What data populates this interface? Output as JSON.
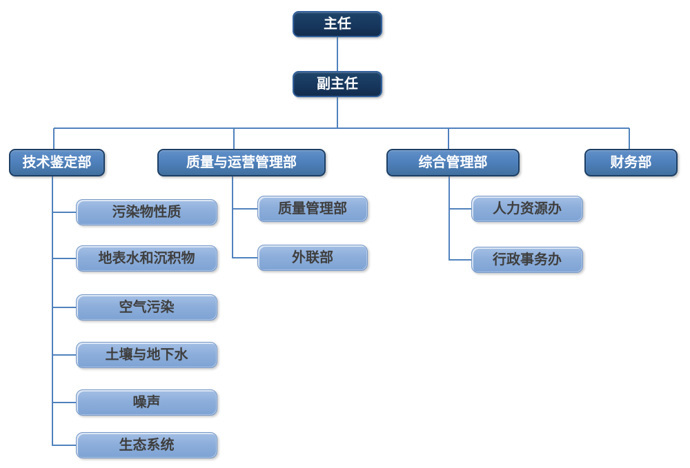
{
  "diagram": {
    "type": "org-chart"
  },
  "org": {
    "director": "主任",
    "deputy_director": "副主任",
    "departments": [
      {
        "name": "技术鉴定部",
        "subunits": [
          "污染物性质",
          "地表水和沉积物",
          "空气污染",
          "土壤与地下水",
          "噪声",
          "生态系统"
        ]
      },
      {
        "name": "质量与运营管理部",
        "subunits": [
          "质量管理部",
          "外联部"
        ]
      },
      {
        "name": "综合管理部",
        "subunits": [
          "人力资源办",
          "行政事务办"
        ]
      },
      {
        "name": "财务部",
        "subunits": []
      }
    ]
  },
  "colors": {
    "background": "#ffffff",
    "connector": "#4f81bd",
    "level1_fill": "#17375d",
    "level1_border": "#31609c",
    "level1_text": "#ffffff",
    "level2_fill": "#4f81bd",
    "level2_border": "#1c3e64",
    "level2_text": "#ffffff",
    "level3_fill": "#8badda",
    "level3_border": "#7396c6",
    "level3_text": "#3f3f3f"
  }
}
